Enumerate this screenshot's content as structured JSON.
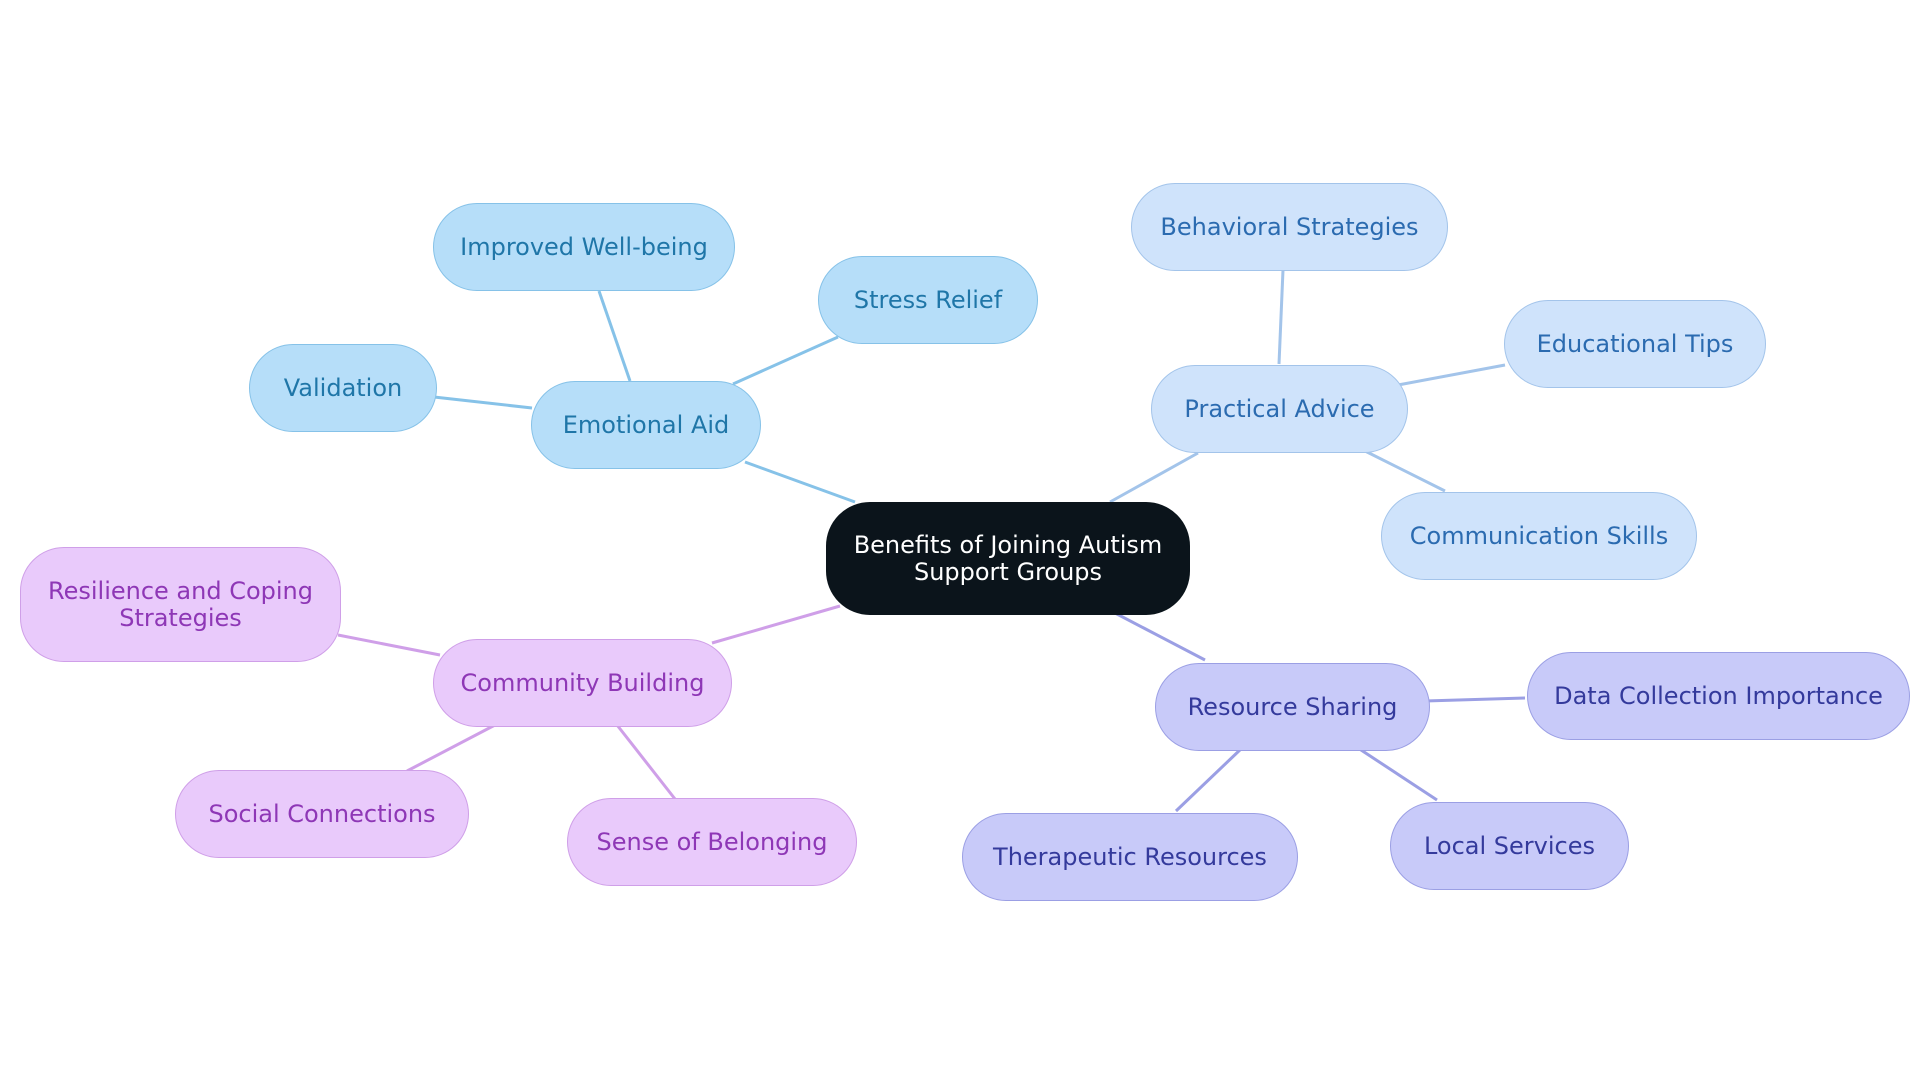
{
  "root": {
    "line1": "Benefits of Joining Autism",
    "line2": "Support Groups"
  },
  "branches": {
    "emotional": {
      "label": "Emotional Aid",
      "color": "#86c2e8",
      "children": [
        "Improved Well-being",
        "Stress Relief",
        "Validation"
      ]
    },
    "practical": {
      "label": "Practical Advice",
      "color": "#a3c4ea",
      "children": [
        "Behavioral Strategies",
        "Educational Tips",
        "Communication Skills"
      ]
    },
    "resource": {
      "label": "Resource Sharing",
      "color": "#9b9fe4",
      "children": [
        "Data Collection Importance",
        "Local Services",
        "Therapeutic Resources"
      ]
    },
    "community": {
      "label": "Community Building",
      "color": "#cf9fe8",
      "children": [
        "Resilience and Coping",
        "Strategies",
        "Social Connections",
        "Sense of Belonging"
      ]
    }
  }
}
